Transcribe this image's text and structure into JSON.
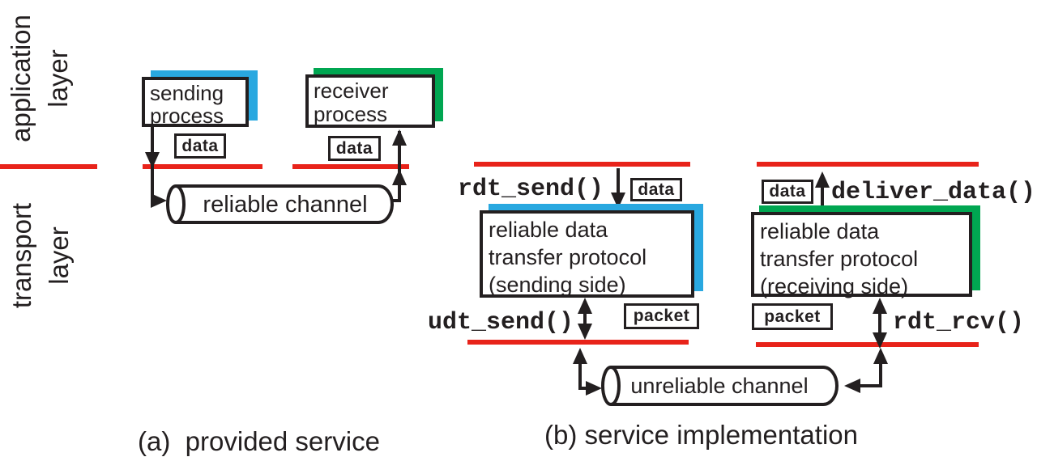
{
  "colors": {
    "red": "#e8231a",
    "blue": "#29a8e0",
    "green": "#00a651",
    "ink": "#231f20"
  },
  "layers": {
    "application": [
      "application",
      "layer"
    ],
    "transport": [
      "transport",
      "layer"
    ]
  },
  "panel_a": {
    "caption": "(a)  provided service",
    "sending_process": [
      "sending",
      "process"
    ],
    "receiver_process": [
      "receiver",
      "process"
    ],
    "data_label": "data",
    "channel_label": "reliable channel"
  },
  "panel_b": {
    "caption": "(b) service implementation",
    "calls": {
      "rdt_send": "rdt_send()",
      "udt_send": "udt_send()",
      "deliver_data": "deliver_data()",
      "rdt_rcv": "rdt_rcv()"
    },
    "sender_box": [
      "reliable data",
      "transfer protocol",
      "(sending side)"
    ],
    "receiver_box": [
      "reliable data",
      "transfer protocol",
      "(receiving side)"
    ],
    "data_label": "data",
    "packet_label": "packet",
    "channel_label": "unreliable channel"
  }
}
